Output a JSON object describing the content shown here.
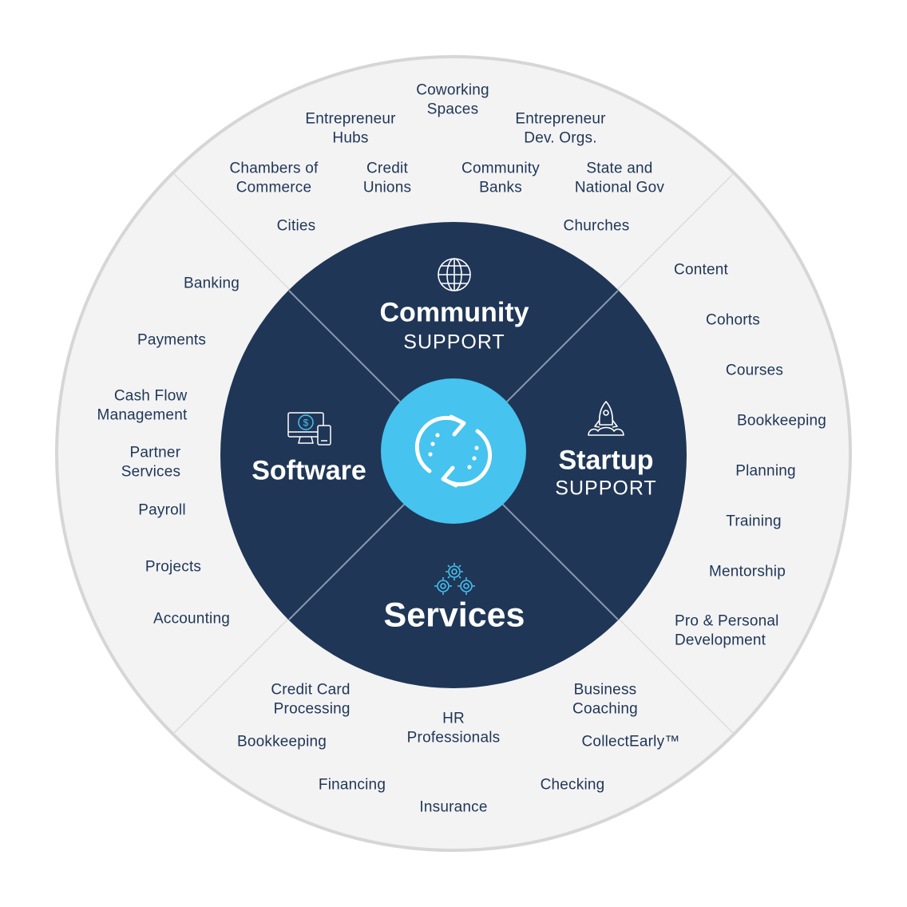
{
  "colors": {
    "outer_ring": "#f3f3f4",
    "outer_border": "#d9d9d9",
    "inner_disc": "#1f3656",
    "center": "#46c3ef",
    "text_dark": "#1f3656",
    "white": "#ffffff"
  },
  "segments": {
    "community": {
      "title": "Community",
      "subtitle": "SUPPORT",
      "icon": "globe-icon"
    },
    "startup": {
      "title": "Startup",
      "subtitle": "SUPPORT",
      "icon": "rocket-icon"
    },
    "services": {
      "title": "Services",
      "icon": "gears-icon"
    },
    "software": {
      "title": "Software",
      "icon": "devices-dollar-icon"
    },
    "center_icon": "sync-arrows-icon"
  },
  "community_items": [
    "Coworking\nSpaces",
    "Entrepreneur\nHubs",
    "Entrepreneur\nDev. Orgs.",
    "Chambers of\nCommerce",
    "Credit\nUnions",
    "Community\nBanks",
    "State and\nNational Gov",
    "Cities",
    "Churches"
  ],
  "startup_items": [
    "Content",
    "Cohorts",
    "Courses",
    "Bookkeeping",
    "Planning",
    "Training",
    "Mentorship",
    "Pro & Personal\nDevelopment"
  ],
  "software_items": [
    "Banking",
    "Payments",
    "Cash Flow\nManagement",
    "Partner\nServices",
    "Payroll",
    "Projects",
    "Accounting"
  ],
  "services_items": [
    "Credit Card\nProcessing",
    "Business\nCoaching",
    "HR\nProfessionals",
    "Bookkeeping",
    "CollectEarly™",
    "Financing",
    "Checking",
    "Insurance"
  ]
}
